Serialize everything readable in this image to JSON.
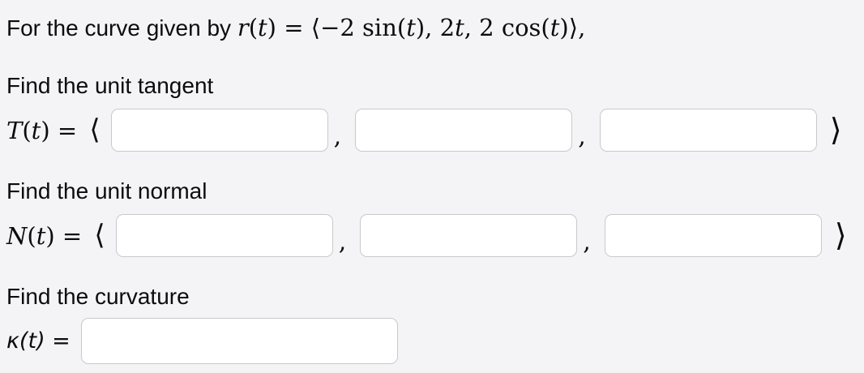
{
  "symbols": {
    "langle": "⟨",
    "rangle": "⟩",
    "comma": ","
  },
  "problem": {
    "intro": "For the curve given by ",
    "curve_math": [
      {
        "t": "r",
        "s": "var"
      },
      {
        "t": "(",
        "s": "up"
      },
      {
        "t": "t",
        "s": "var"
      },
      {
        "t": ") = ",
        "s": "up"
      },
      {
        "t": "⟨",
        "s": "sym"
      },
      {
        "t": "−2 ",
        "s": "up"
      },
      {
        "t": "sin",
        "s": "up"
      },
      {
        "t": "(",
        "s": "up"
      },
      {
        "t": "t",
        "s": "var"
      },
      {
        "t": "), 2",
        "s": "up"
      },
      {
        "t": "t",
        "s": "var"
      },
      {
        "t": ", 2 ",
        "s": "up"
      },
      {
        "t": "cos",
        "s": "up"
      },
      {
        "t": "(",
        "s": "up"
      },
      {
        "t": "t",
        "s": "var"
      },
      {
        "t": ")",
        "s": "up"
      },
      {
        "t": "⟩",
        "s": "sym"
      },
      {
        "t": ",",
        "s": "up"
      }
    ]
  },
  "tangent": {
    "prompt": "Find the unit tangent",
    "label_math": [
      {
        "t": "T",
        "s": "var"
      },
      {
        "t": "(",
        "s": "up"
      },
      {
        "t": "t",
        "s": "var"
      },
      {
        "t": ") = ",
        "s": "up"
      }
    ],
    "component_values": [
      "",
      "",
      ""
    ]
  },
  "normal": {
    "prompt": "Find the unit normal",
    "label_math": [
      {
        "t": "N",
        "s": "var"
      },
      {
        "t": "(",
        "s": "up"
      },
      {
        "t": "t",
        "s": "var"
      },
      {
        "t": ") = ",
        "s": "up"
      }
    ],
    "component_values": [
      "",
      "",
      ""
    ]
  },
  "curvature": {
    "prompt": "Find the curvature",
    "label_math": [
      {
        "t": "κ",
        "s": "var"
      },
      {
        "t": "(",
        "s": "up"
      },
      {
        "t": "t",
        "s": "var"
      },
      {
        "t": ") = ",
        "s": "up"
      }
    ],
    "value": ""
  }
}
